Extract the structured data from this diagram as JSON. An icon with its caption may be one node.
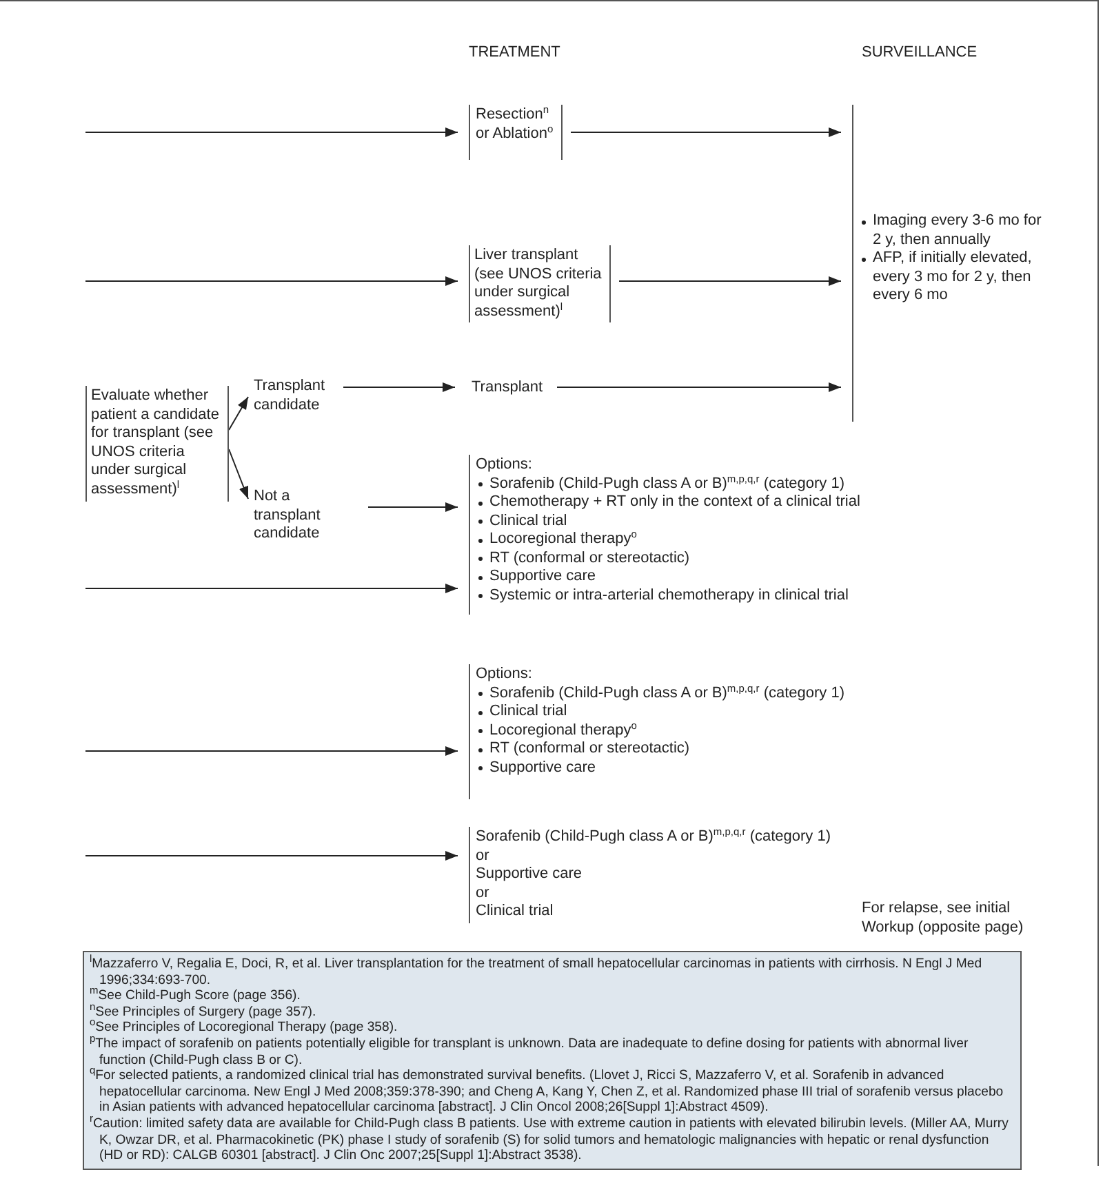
{
  "diagram": {
    "nodes": [
      {
        "text": [
          "Resection$^{n}$ or Ablation$^{o}$"
        ]
      },
      {
        "text": [
          "Liver transplant (see UNOS criteria under surgical assessment)$^{l}$"
        ]
      },
      {
        "text": [
          "Evaluate whether patient a candidate for transplant (see UNOS criteria under surgical assessment)$^{l}$"
        ]
      },
      {
        "text": [
          "Transplant candidate"
        ]
      },
      {
        "text": [
          "Not a transplant candidate"
        ]
      },
      {
        "text": [
          "Transplant"
        ]
      },
      {
        "text": [
          "Options:",
          "Sorafenib (Child-Pugh class A or B)$^{m,p,q,r}$ (category 1)",
          "Chemotherapy + RT only in the context of a clinical trial",
          "Clinical trial",
          "Locoregional therapy$^{o}$",
          "RT (conformal or stereotactic)",
          "Supportive care",
          "Systemic or intra-arterial chemotherapy in clinical trial"
        ]
      },
      {
        "text": [
          "Options:",
          "Sorafenib (Child-Pugh class A or B)$^{m,p,q,r}$ (category 1)",
          "Clinical trial",
          "Locoregional therapy$^{o}$",
          "RT (conformal or stereotactic)",
          "Supportive care"
        ]
      },
      {
        "text": [
          "Sorafenib (Child-Pugh class A or B)$^{m,p,q,r}$ (category 1)",
          "or",
          "Supportive care",
          "or",
          "Clinical trial"
        ]
      },
      {
        "text": [
          "Imaging every 3-6 mo for 2 y, then annually",
          "AFP, if initially elevated, every 3 mo for 2 y, then every 6 mo"
        ]
      },
      {
        "text": [
          "$^{l}$Mazzaferro V, Regalia E, Doci, R, et al. Liver transplantation for the treatment of small hepatocellular carcinomas in patients with cirrhosis. N Engl J Med 1996;334:693-700.",
          "$^{m}$See Child-Pugh Score (page 356).",
          "$^{n}$See Principles of Surgery (page 357).",
          "$^{o}$See Principles of Locoregional Therapy (page 358).",
          "$^{p}$The impact of sorafenib on patients potentially eligible for transplant is unknown. Data are inadequate to define dosing for patients with abnormal liver function (Child-Pugh class B or C).",
          "$^{q}$For selected patients, a randomized clinical trial has demonstrated survival benefits. (Llovet J, Ricci S, Mazzaferro V, et al. Sorafenib in advanced hepatocellular carcinoma. New Engl J Med 2008;359:378-390; and Cheng A, Kang Y, Chen Z, et al. Randomized phase III trial of sorafenib versus placebo in Asian patients with advanced hepatocellular carcinoma [abstract]. J Clin Oncol 2008;26[Suppl 1]:Abstract 4509).",
          "$^{r}$Caution: limited safety data are available for Child-Pugh class B patients. Use with extreme caution in patients with elevated bilirubin levels. (Miller AA, Murry K, Owzar DR, et al. Pharmacokinetic (PK) phase I study of sorafenib (S) for solid tumors and hematologic malignancies with hepatic or renal dysfunction (HD or RD): CALGB 60301 [abstract]. J Clin Onc 2007;25[Suppl 1]:Abstract 3538)."
        ]
      }
    ],
    "edges": [
      {
        "from": null,
        "to": 0,
        "arrow": "to"
      },
      {
        "from": 0,
        "to": 9,
        "arrow": "to"
      },
      {
        "from": null,
        "to": 1,
        "arrow": "to"
      },
      {
        "from": 1,
        "to": 9,
        "arrow": "to"
      },
      {
        "from": 2,
        "to": 3,
        "arrow": "to"
      },
      {
        "from": 2,
        "to": 4,
        "arrow": "to"
      },
      {
        "from": 3,
        "to": 5,
        "arrow": "to"
      },
      {
        "from": 5,
        "to": 9,
        "arrow": "to"
      },
      {
        "from": 4,
        "to": 6,
        "arrow": "to"
      },
      {
        "from": null,
        "to": 6,
        "arrow": "to"
      },
      {
        "from": null,
        "to": 7,
        "arrow": "to"
      },
      {
        "from": null,
        "to": 8,
        "arrow": "to"
      }
    ],
    "labels": [
      "TREATMENT",
      "SURVEILLANCE",
      "For relapse, see initial Workup (opposite page)"
    ]
  }
}
